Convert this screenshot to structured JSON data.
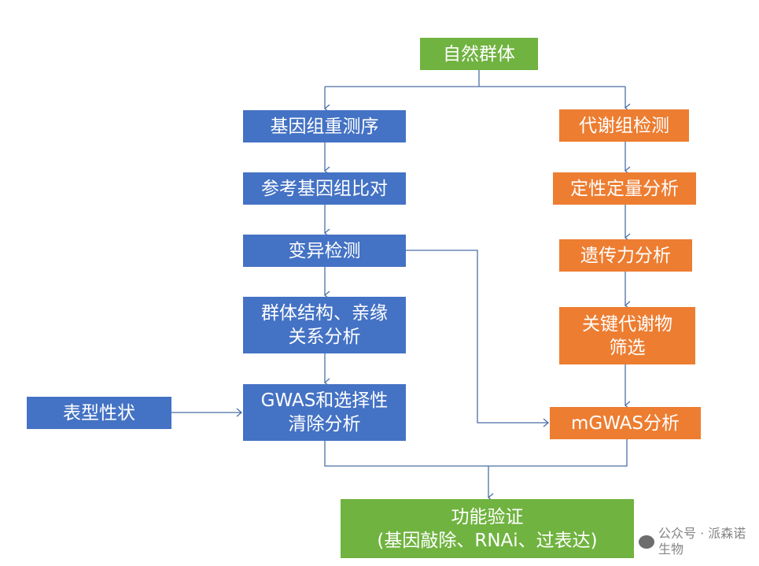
{
  "diagram": {
    "colors": {
      "blue": "#4472c4",
      "orange": "#ed7d31",
      "green": "#70b340",
      "line": "#4a6fa5"
    },
    "nodes": {
      "population": {
        "lines": [
          "自然群体"
        ]
      },
      "reseq": {
        "lines": [
          "基因组重测序"
        ]
      },
      "align": {
        "lines": [
          "参考基因组比对"
        ]
      },
      "variant": {
        "lines": [
          "变异检测"
        ]
      },
      "structure": {
        "lines": [
          "群体结构、亲缘",
          "关系分析"
        ]
      },
      "gwas": {
        "lines": [
          "GWAS和选择性",
          "清除分析"
        ]
      },
      "phenotype": {
        "lines": [
          "表型性状"
        ]
      },
      "metabolome": {
        "lines": [
          "代谢组检测"
        ]
      },
      "quant": {
        "lines": [
          "定性定量分析"
        ]
      },
      "heritability": {
        "lines": [
          "遗传力分析"
        ]
      },
      "keymetab": {
        "lines": [
          "关键代谢物",
          "筛选"
        ]
      },
      "mgwas": {
        "lines": [
          "mGWAS分析"
        ]
      },
      "validation": {
        "lines": [
          "功能验证",
          "(基因敲除、RNAi、过表达)"
        ]
      }
    },
    "watermark": {
      "icon": "wechat-icon",
      "text": "公众号 · 派森诺生物"
    }
  }
}
